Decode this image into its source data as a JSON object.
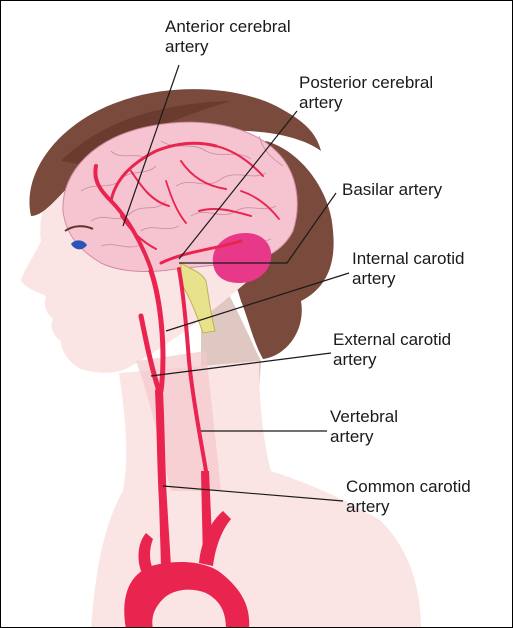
{
  "labels": {
    "anterior_cerebral": [
      "Anterior cerebral",
      "artery"
    ],
    "posterior_cerebral": [
      "Posterior cerebral",
      "artery"
    ],
    "basilar": [
      "Basilar artery"
    ],
    "internal_carotid": [
      "Internal carotid",
      "artery"
    ],
    "external_carotid": [
      "External carotid",
      "artery"
    ],
    "vertebral": [
      "Vertebral",
      "artery"
    ],
    "common_carotid": [
      "Common carotid",
      "artery"
    ]
  },
  "colors": {
    "artery": "#e8244f",
    "hair": "#7a4a3c",
    "hair_dark": "#5e3327",
    "skin": "#fbe4e4",
    "skin_shadow": "#f3c8cc",
    "brain": "#f6c4d0",
    "cerebellum": "#e8388a",
    "brainstem": "#e8e28c",
    "eye": "#2a55b8",
    "leader_line": "#1a1a1a"
  }
}
